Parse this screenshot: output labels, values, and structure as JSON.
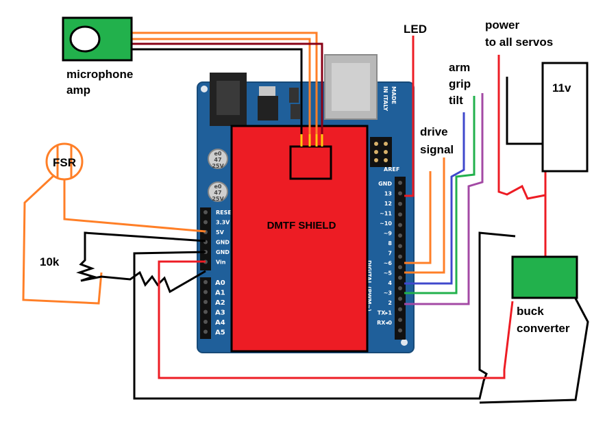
{
  "labels": {
    "microphone_amp": [
      "microphone",
      "amp"
    ],
    "fsr": "FSR",
    "resistor": "10k",
    "led": "LED",
    "power": [
      "power",
      "to all servos"
    ],
    "servos": [
      "arm",
      "grip",
      "tilt"
    ],
    "drive": [
      "drive",
      "signal"
    ],
    "battery": "11v",
    "buck": [
      "buck",
      "converter"
    ],
    "shield": "DMTF SHIELD"
  },
  "board": {
    "made_in": [
      "MADE",
      "IN ITALY"
    ],
    "aref": "AREF",
    "digital": "DIGITAL (PWM~)",
    "cap_text": [
      "e0",
      "47",
      "25V"
    ],
    "power_pins": [
      "RESET",
      "3.3V",
      "5V",
      "GND",
      "GND",
      "Vin"
    ],
    "analog_pins": [
      "A0",
      "A1",
      "A2",
      "A3",
      "A4",
      "A5"
    ],
    "digital_pins": [
      "GND",
      "13",
      "12",
      "~11",
      "~10",
      "~9",
      "8",
      "7",
      "~6",
      "~5",
      "4",
      "~3",
      "2",
      "TX▸1",
      "RX◂0"
    ]
  },
  "colors": {
    "shield": "#ed1c24",
    "green": "#22b14c",
    "board": "#1f5f9a",
    "orange": "#ff7f27",
    "red": "#ed1c24",
    "dark_red": "#880015",
    "blue": "#3f48cc",
    "purple": "#a349a4",
    "black": "#000000"
  }
}
